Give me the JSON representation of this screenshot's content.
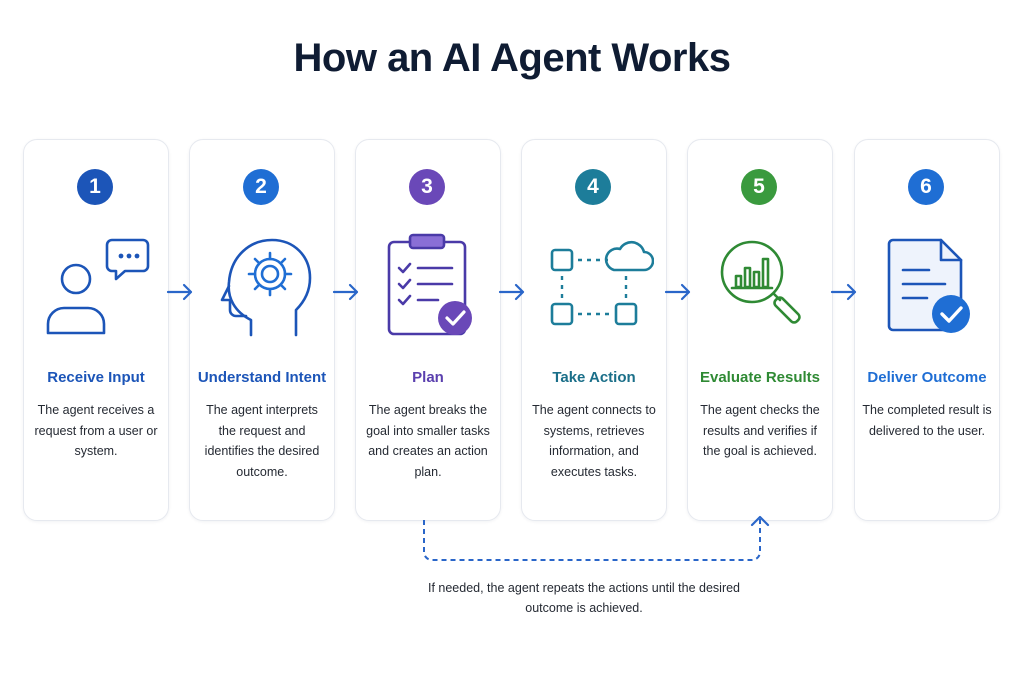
{
  "title": "How an AI Agent Works",
  "steps": [
    {
      "number": "1",
      "title": "Receive Input",
      "description": "The agent receives a request from a user or system.",
      "color": "#1c55b8",
      "icon": "user-chat-icon"
    },
    {
      "number": "2",
      "title": "Understand Intent",
      "description": "The agent interprets the request and identifies the desired outcome.",
      "color": "#1f6ed4",
      "icon": "head-gear-icon"
    },
    {
      "number": "3",
      "title": "Plan",
      "description": "The agent breaks the goal into smaller tasks and creates an action plan.",
      "color": "#6a48b8",
      "icon": "clipboard-check-icon"
    },
    {
      "number": "4",
      "title": "Take Action",
      "description": "The agent connects to systems, retrieves information, and executes tasks.",
      "color": "#1d7d9a",
      "icon": "network-cloud-icon"
    },
    {
      "number": "5",
      "title": "Evaluate Results",
      "description": "The agent checks the results and verifies if the goal is achieved.",
      "color": "#3a9a3e",
      "icon": "magnifier-chart-icon"
    },
    {
      "number": "6",
      "title": "Deliver Outcome",
      "description": "The completed result is delivered to the user.",
      "color": "#1f6ed4",
      "icon": "document-check-icon"
    }
  ],
  "loop_note": "If needed, the agent repeats the actions until the desired outcome is achieved.",
  "arrow_color": "#2a66c9"
}
